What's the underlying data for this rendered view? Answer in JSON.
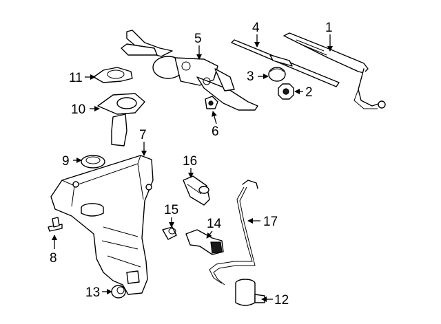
{
  "diagram": {
    "callouts": [
      "1",
      "2",
      "3",
      "4",
      "5",
      "6",
      "7",
      "8",
      "9",
      "10",
      "11",
      "12",
      "13",
      "14",
      "15",
      "16",
      "17"
    ]
  },
  "colors": {
    "line": "#000000",
    "background": "#ffffff",
    "fill": "#ffffff"
  },
  "icons": [
    "arrow-head-icon"
  ]
}
